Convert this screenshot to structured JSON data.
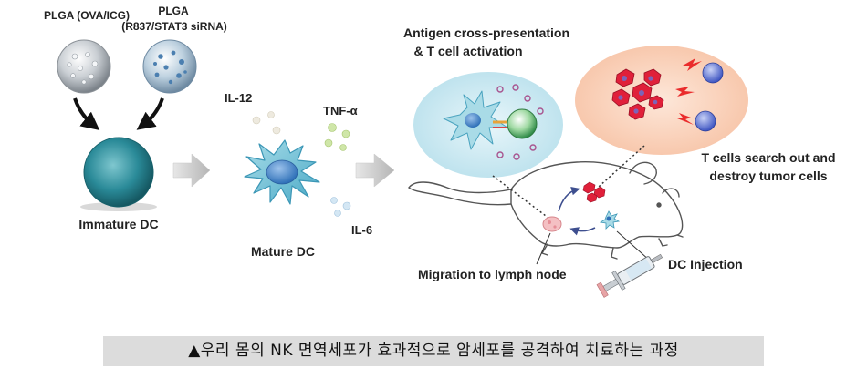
{
  "labels": {
    "plga1": "PLGA (OVA/ICG)",
    "plga2_line1": "PLGA",
    "plga2_line2": "(R837/STAT3 siRNA)",
    "immature_dc": "Immature DC",
    "mature_dc": "Mature DC",
    "il12": "IL-12",
    "tnf": "TNF-α",
    "il6": "IL-6",
    "antigen_line1": "Antigen cross-presentation",
    "antigen_line2": "& T cell activation",
    "tcells_line1": "T cells search out and",
    "tcells_line2": "destroy tumor cells",
    "migration": "Migration to lymph node",
    "injection": "DC Injection"
  },
  "caption": "▲우리 몸의 NK 면역세포가 효과적으로 암세포를 공격하여 치료하는 과정",
  "colors": {
    "caption_bg": "#dcdcdc",
    "dc_teal": "#2a8a98",
    "antigen_glow": "#d3ecf3",
    "tumor_glow": "#fbd9c4",
    "tumor_red": "#e0203a",
    "tcell_blue": "#4a62c9"
  }
}
